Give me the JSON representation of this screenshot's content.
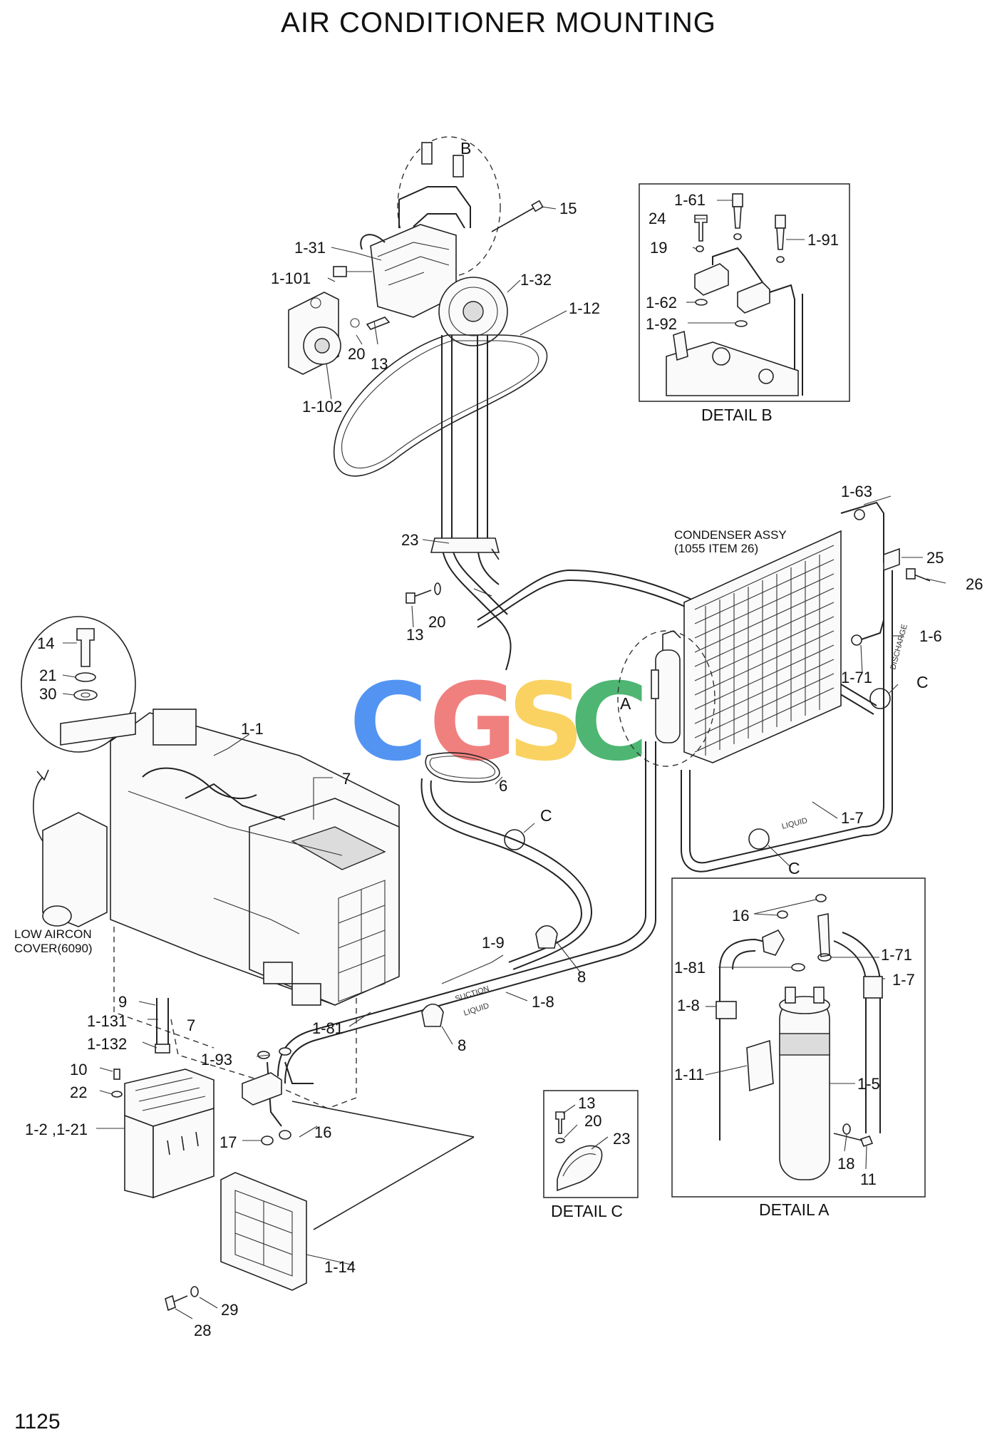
{
  "title": "AIR CONDITIONER MOUNTING",
  "page_number": "1125",
  "watermark": {
    "letters": [
      "C",
      "G",
      "S",
      "C"
    ],
    "colors": [
      "#4a8ff2",
      "#f07a78",
      "#f9d05a",
      "#45b36b"
    ]
  },
  "detail_labels": {
    "a": "DETAIL A",
    "b": "DETAIL B",
    "c": "DETAIL C"
  },
  "view_markers": {
    "a": "A",
    "b": "B",
    "c1": "C",
    "c2": "C",
    "c3": "C"
  },
  "notes": {
    "condenser_line1": "CONDENSER ASSY",
    "condenser_line2": "(1055 ITEM 26)",
    "low_aircon_line1": "LOW AIRCON",
    "low_aircon_line2": "COVER(6090)",
    "hose_suction": "SUCTION",
    "hose_liquid": "LIQUID",
    "hose_discharge": "DISCHARGE"
  },
  "part_numbers": {
    "p1_1": "1-1",
    "p1_2": "1-2 ,1-21",
    "p1_5": "1-5",
    "p1_6": "1-6",
    "p1_7": "1-7",
    "p1_7b": "1-7",
    "p1_8": "1-8",
    "p1_8b": "1-8",
    "p1_9": "1-9",
    "p1_11": "1-11",
    "p1_12": "1-12",
    "p1_14": "1-14",
    "p1_31": "1-31",
    "p1_32": "1-32",
    "p1_61": "1-61",
    "p1_62": "1-62",
    "p1_63": "1-63",
    "p1_71": "1-71",
    "p1_71b": "1-71",
    "p1_81": "1-81",
    "p1_81b": "1-81",
    "p1_91": "1-91",
    "p1_92": "1-92",
    "p1_93": "1-93",
    "p1_101": "1-101",
    "p1_102": "1-102",
    "p1_131": "1-131",
    "p1_132": "1-132",
    "p6": "6",
    "p7": "7",
    "p7b": "7",
    "p8": "8",
    "p8b": "8",
    "p9": "9",
    "p10": "10",
    "p11": "11",
    "p13": "13",
    "p13b": "13",
    "p13c": "13",
    "p14": "14",
    "p15": "15",
    "p16": "16",
    "p16b": "16",
    "p17": "17",
    "p18": "18",
    "p19": "19",
    "p20": "20",
    "p20b": "20",
    "p20c": "20",
    "p21": "21",
    "p22": "22",
    "p23": "23",
    "p23b": "23",
    "p24": "24",
    "p25": "25",
    "p26": "26",
    "p28": "28",
    "p29": "29",
    "p30": "30"
  }
}
